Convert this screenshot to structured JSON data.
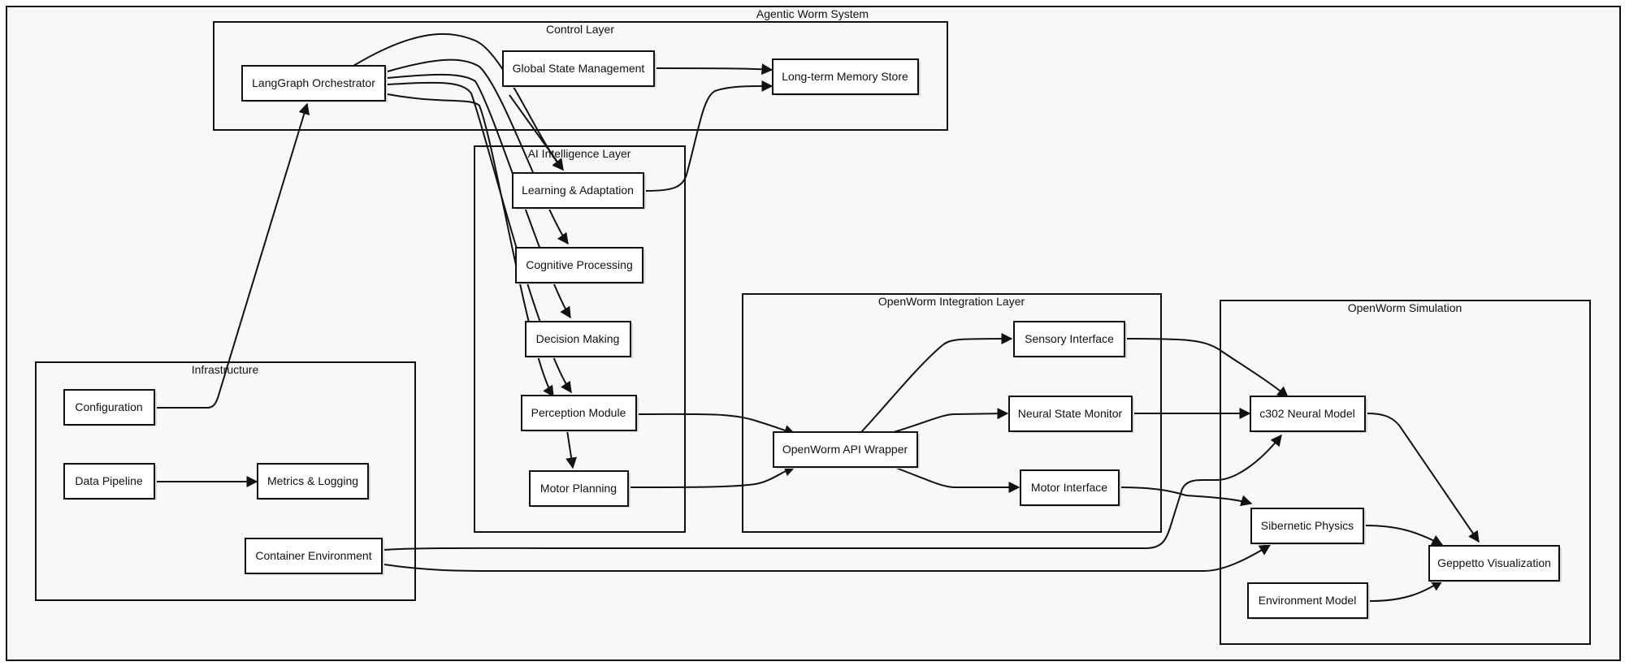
{
  "diagram": {
    "title": "Agentic Worm System",
    "groups": {
      "control": "Control Layer",
      "ai": "AI Intelligence Layer",
      "openworm_integration": "OpenWorm Integration Layer",
      "openworm_simulation": "OpenWorm Simulation",
      "infrastructure": "Infrastructure"
    },
    "nodes": {
      "langgraph": "LangGraph Orchestrator",
      "global_state": "Global State Management",
      "memory": "Long-term Memory Store",
      "learning": "Learning & Adaptation",
      "cognitive": "Cognitive Processing",
      "decision": "Decision Making",
      "perception": "Perception Module",
      "motor_planning": "Motor Planning",
      "api_wrapper": "OpenWorm API Wrapper",
      "sensory": "Sensory Interface",
      "neural_monitor": "Neural State Monitor",
      "motor_interface": "Motor Interface",
      "c302": "c302 Neural Model",
      "sibernetic": "Sibernetic Physics",
      "geppetto": "Geppetto Visualization",
      "environment": "Environment Model",
      "configuration": "Configuration",
      "data_pipeline": "Data Pipeline",
      "metrics": "Metrics & Logging",
      "container": "Container Environment"
    }
  }
}
